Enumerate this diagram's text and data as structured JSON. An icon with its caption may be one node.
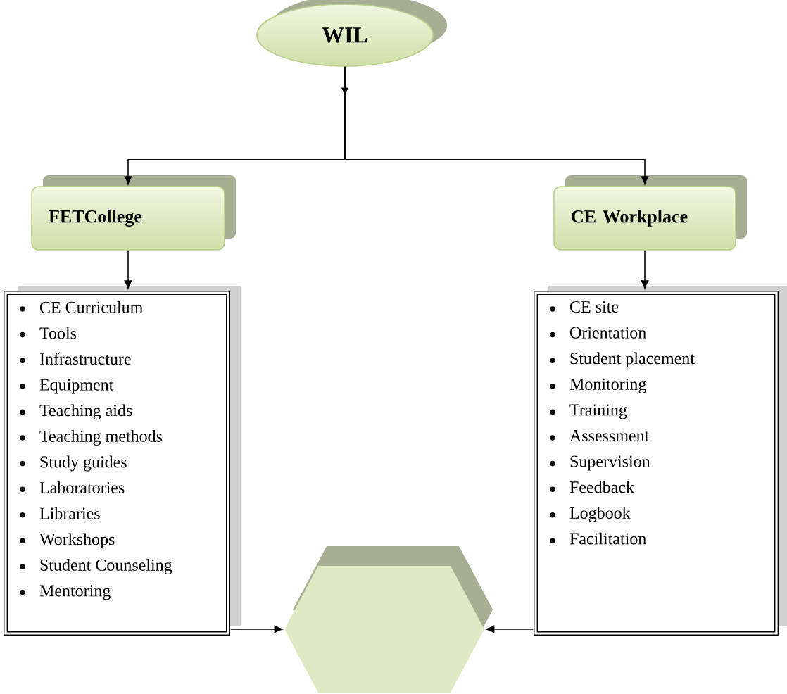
{
  "diagram": {
    "nodes": [
      {
        "text": [
          "WIL"
        ]
      },
      {
        "text": [
          "FETCollege"
        ]
      },
      {
        "text": [
          "CE Workplace"
        ]
      },
      {
        "text": [
          "CE Curriculum",
          "Tools",
          "Infrastructure",
          "Equipment",
          "Teaching aids",
          "Teaching methods",
          "Study guides",
          "Laboratories",
          "Libraries",
          "Workshops",
          "Student Counseling",
          "Mentoring"
        ]
      },
      {
        "text": [
          "CE site",
          "Orientation",
          "Student placement",
          "Monitoring",
          "Training",
          "Assessment",
          "Supervision",
          "Feedback",
          "Logbook",
          "Facilitation"
        ]
      },
      {
        "text": [],
        "shape": "hexagon"
      }
    ],
    "edges": [
      {
        "from": 0,
        "to": 1,
        "arrow": "to"
      },
      {
        "from": 0,
        "to": 2,
        "arrow": "to"
      },
      {
        "from": 1,
        "to": 3,
        "arrow": "to"
      },
      {
        "from": 2,
        "to": 4,
        "arrow": "to"
      },
      {
        "from": 3,
        "to": 5,
        "arrow": "to"
      },
      {
        "from": 4,
        "to": 5,
        "arrow": "to"
      }
    ]
  }
}
